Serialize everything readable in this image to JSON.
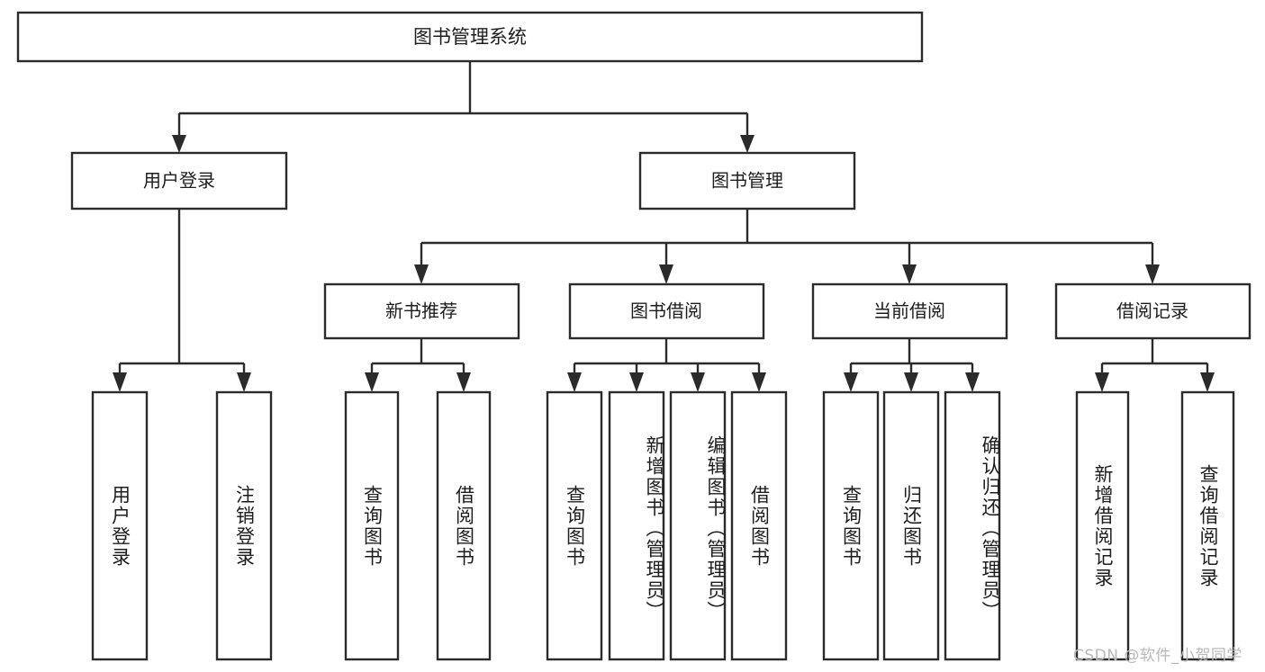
{
  "diagram": {
    "title": "图书管理系统",
    "type": "tree-hierarchy-flowchart",
    "root": {
      "id": "root",
      "label": "图书管理系统"
    },
    "level2": [
      {
        "id": "user-login",
        "label": "用户登录"
      },
      {
        "id": "book-management",
        "label": "图书管理"
      }
    ],
    "level3": [
      {
        "id": "new-book-recommend",
        "label": "新书推荐",
        "parent": "book-management"
      },
      {
        "id": "book-borrow",
        "label": "图书借阅",
        "parent": "book-management"
      },
      {
        "id": "current-borrow",
        "label": "当前借阅",
        "parent": "book-management"
      },
      {
        "id": "borrow-record",
        "label": "借阅记录",
        "parent": "book-management"
      }
    ],
    "leaves": [
      {
        "id": "leaf-user-login",
        "label": "用户登录",
        "parent": "user-login"
      },
      {
        "id": "leaf-logout-login",
        "label": "注销登录",
        "parent": "user-login"
      },
      {
        "id": "leaf-query-book-1",
        "label": "查询图书",
        "parent": "new-book-recommend"
      },
      {
        "id": "leaf-borrow-book-1",
        "label": "借阅图书",
        "parent": "new-book-recommend"
      },
      {
        "id": "leaf-query-book-2",
        "label": "查询图书",
        "parent": "book-borrow"
      },
      {
        "id": "leaf-add-book",
        "label": "新增图书（管理员）",
        "parent": "book-borrow"
      },
      {
        "id": "leaf-edit-book",
        "label": "编辑图书（管理员）",
        "parent": "book-borrow"
      },
      {
        "id": "leaf-borrow-book-2",
        "label": "借阅图书",
        "parent": "book-borrow"
      },
      {
        "id": "leaf-query-book-3",
        "label": "查询图书",
        "parent": "current-borrow"
      },
      {
        "id": "leaf-return-book",
        "label": "归还图书",
        "parent": "current-borrow"
      },
      {
        "id": "leaf-confirm-return",
        "label": "确认归还（管理员）",
        "parent": "current-borrow"
      },
      {
        "id": "leaf-add-record",
        "label": "新增借阅记录",
        "parent": "borrow-record"
      },
      {
        "id": "leaf-query-record",
        "label": "查询借阅记录",
        "parent": "borrow-record"
      }
    ],
    "colors": {
      "stroke": "#2b2b2b",
      "fill": "#ffffff",
      "text": "#1d1d1d",
      "watermark": "#b9b9b9",
      "background": "#ffffff"
    }
  },
  "watermark": {
    "text": "CSDN @软件_小贺同学"
  }
}
